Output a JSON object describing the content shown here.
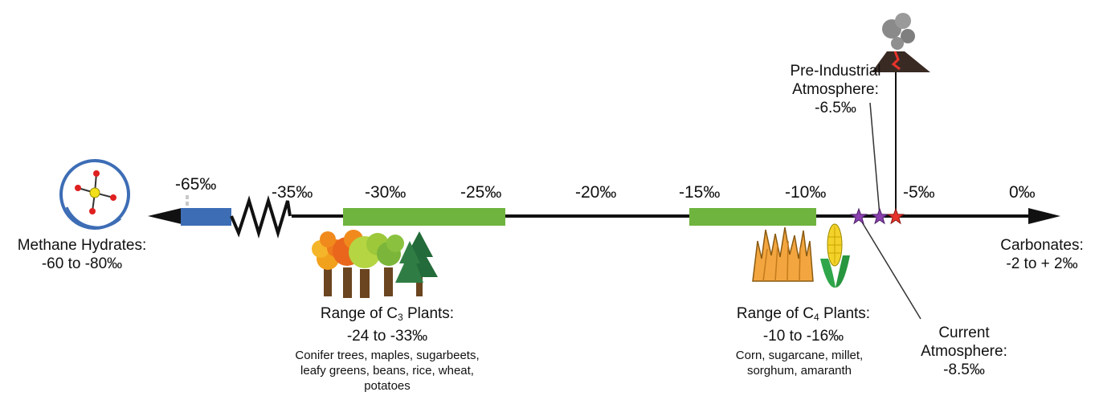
{
  "ticks": [
    "-65‰",
    "-35‰",
    "-30‰",
    "-25‰",
    "-20‰",
    "-15‰",
    "-10‰",
    "-5‰",
    "0‰"
  ],
  "methane": {
    "title": "Methane Hydrates:",
    "range": "-60 to -80‰"
  },
  "carbonates": {
    "title": "Carbonates:",
    "range": "-2 to + 2‰"
  },
  "c3": {
    "title_pre": "Range of C",
    "subscript": "3",
    "title_post": " Plants:",
    "range": "-24 to -33‰",
    "examples": [
      "Conifer trees, maples, sugarbeets,",
      "leafy greens, beans, rice, wheat,",
      "potatoes"
    ]
  },
  "c4": {
    "title_pre": "Range of C",
    "subscript": "4",
    "title_post": " Plants:",
    "range": "-10 to -16‰",
    "examples": [
      "Corn, sugarcane, millet,",
      "sorghum, amaranth"
    ]
  },
  "preindustrial": {
    "line1": "Pre-Industrial",
    "line2": "Atmosphere:",
    "value": "-6.5‰"
  },
  "current": {
    "line1": "Current",
    "line2": "Atmosphere:",
    "value": "-8.5‰"
  },
  "colors": {
    "green": "#6fb43f",
    "blue": "#3d6db5",
    "purple": "#8a3fb0",
    "red": "#e8332b"
  },
  "icons": [
    "methane-molecule-icon",
    "trees-icon",
    "grass-icon",
    "corn-icon",
    "volcano-icon"
  ]
}
